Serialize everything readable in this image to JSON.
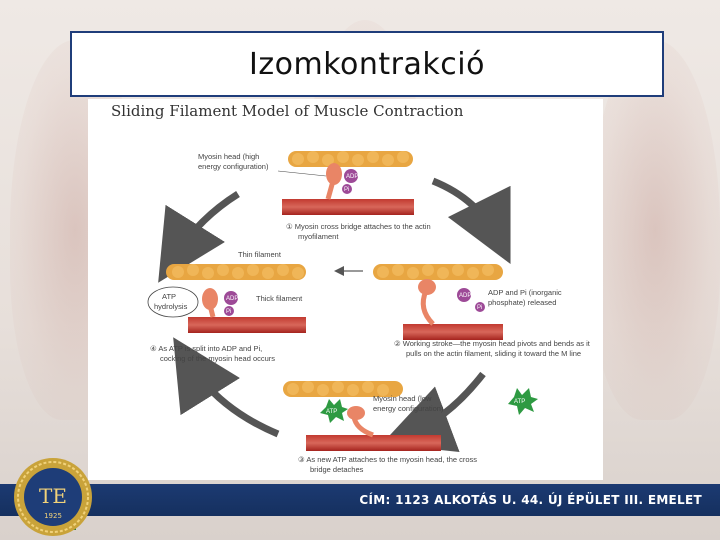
{
  "slide": {
    "title": "Izomkontrakció",
    "footer_address": "CÍM: 1123 ALKOTÁS U. 44. ÚJ ÉPÜLET III. EMELET"
  },
  "logo": {
    "letters": "TE",
    "year": "1925"
  },
  "diagram": {
    "heading": "Sliding Filament Model of Muscle Contraction",
    "labels": {
      "myosin_head_high": "Myosin head (high",
      "myosin_head_high_2": "energy configuration)",
      "adp": "ADP",
      "pi": "Pi",
      "step1": "① Myosin cross bridge attaches to the actin",
      "step1_2": "myofilament",
      "thin_filament": "Thin filament",
      "thick_filament": "Thick filament",
      "atp_hydrolysis": "ATP",
      "atp_hydrolysis_2": "hydrolysis",
      "atp": "ATP",
      "adp_pi_released": "ADP and Pi (inorganic",
      "adp_pi_released_2": "phosphate) released",
      "step2": "② Working stroke—the myosin head pivots and bends as it",
      "step2_2": "pulls on the actin filament, sliding it toward the M line",
      "step4": "④ As ATP is split into ADP and Pi,",
      "step4_2": "cocking of the myosin head occurs",
      "myosin_head_low": "Myosin head (low",
      "myosin_head_low_2": "energy configuration)",
      "step3": "③ As new ATP attaches to the myosin head, the cross",
      "step3_2": "bridge detaches"
    }
  },
  "colors": {
    "frame": "#1f3d7a",
    "footer": "#1c3a72",
    "actin": "#e8a642",
    "myosin": "#b52a24",
    "head": "#e98566",
    "adp": "#9d4a97",
    "atp": "#2e9a42"
  }
}
